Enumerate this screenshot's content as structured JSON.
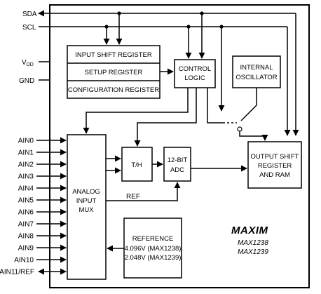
{
  "pins_top": {
    "sda": "SDA",
    "scl": "SCL",
    "vdd_main": "V",
    "vdd_sub": "DD",
    "gnd": "GND"
  },
  "analog_inputs": [
    "AIN0",
    "AIN1",
    "AIN2",
    "AIN3",
    "AIN4",
    "AIN5",
    "AIN6",
    "AIN7",
    "AIN8",
    "AIN9",
    "AIN10",
    "AIN11/REF"
  ],
  "blocks": {
    "input_shift_register": "INPUT SHIFT REGISTER",
    "setup_register": "SETUP REGISTER",
    "configuration_register": "CONFIGURATION REGISTER",
    "control_logic": [
      "CONTROL",
      "LOGIC"
    ],
    "internal_oscillator": [
      "INTERNAL",
      "OSCILLATOR"
    ],
    "analog_input_mux": [
      "ANALOG",
      "INPUT",
      "MUX"
    ],
    "track_hold": "T/H",
    "adc": [
      "12-BIT",
      "ADC"
    ],
    "output_shift_register": [
      "OUTPUT SHIFT",
      "REGISTER",
      "AND RAM"
    ],
    "reference": [
      "REFERENCE",
      "4.096V (MAX1238)",
      "2.048V (MAX1239)"
    ]
  },
  "signals": {
    "ref": "REF"
  },
  "branding": {
    "logo": "MAXIM",
    "parts": [
      "MAX1238",
      "MAX1239"
    ]
  }
}
